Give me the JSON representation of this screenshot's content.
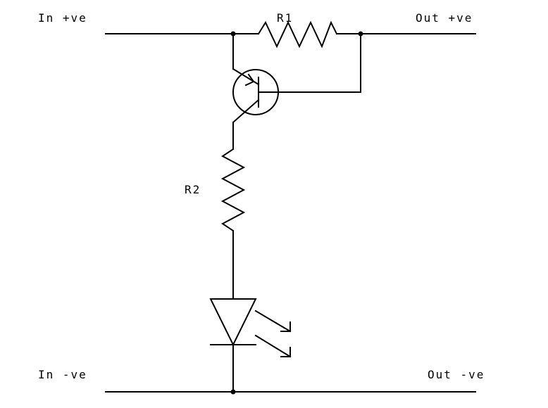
{
  "labels": {
    "in_pos": "In +ve",
    "out_pos": "Out +ve",
    "in_neg": "In -ve",
    "out_neg": "Out -ve",
    "r1": "R1",
    "r2": "R2"
  },
  "colors": {
    "background": "#ffffff",
    "ink": "#000000"
  }
}
